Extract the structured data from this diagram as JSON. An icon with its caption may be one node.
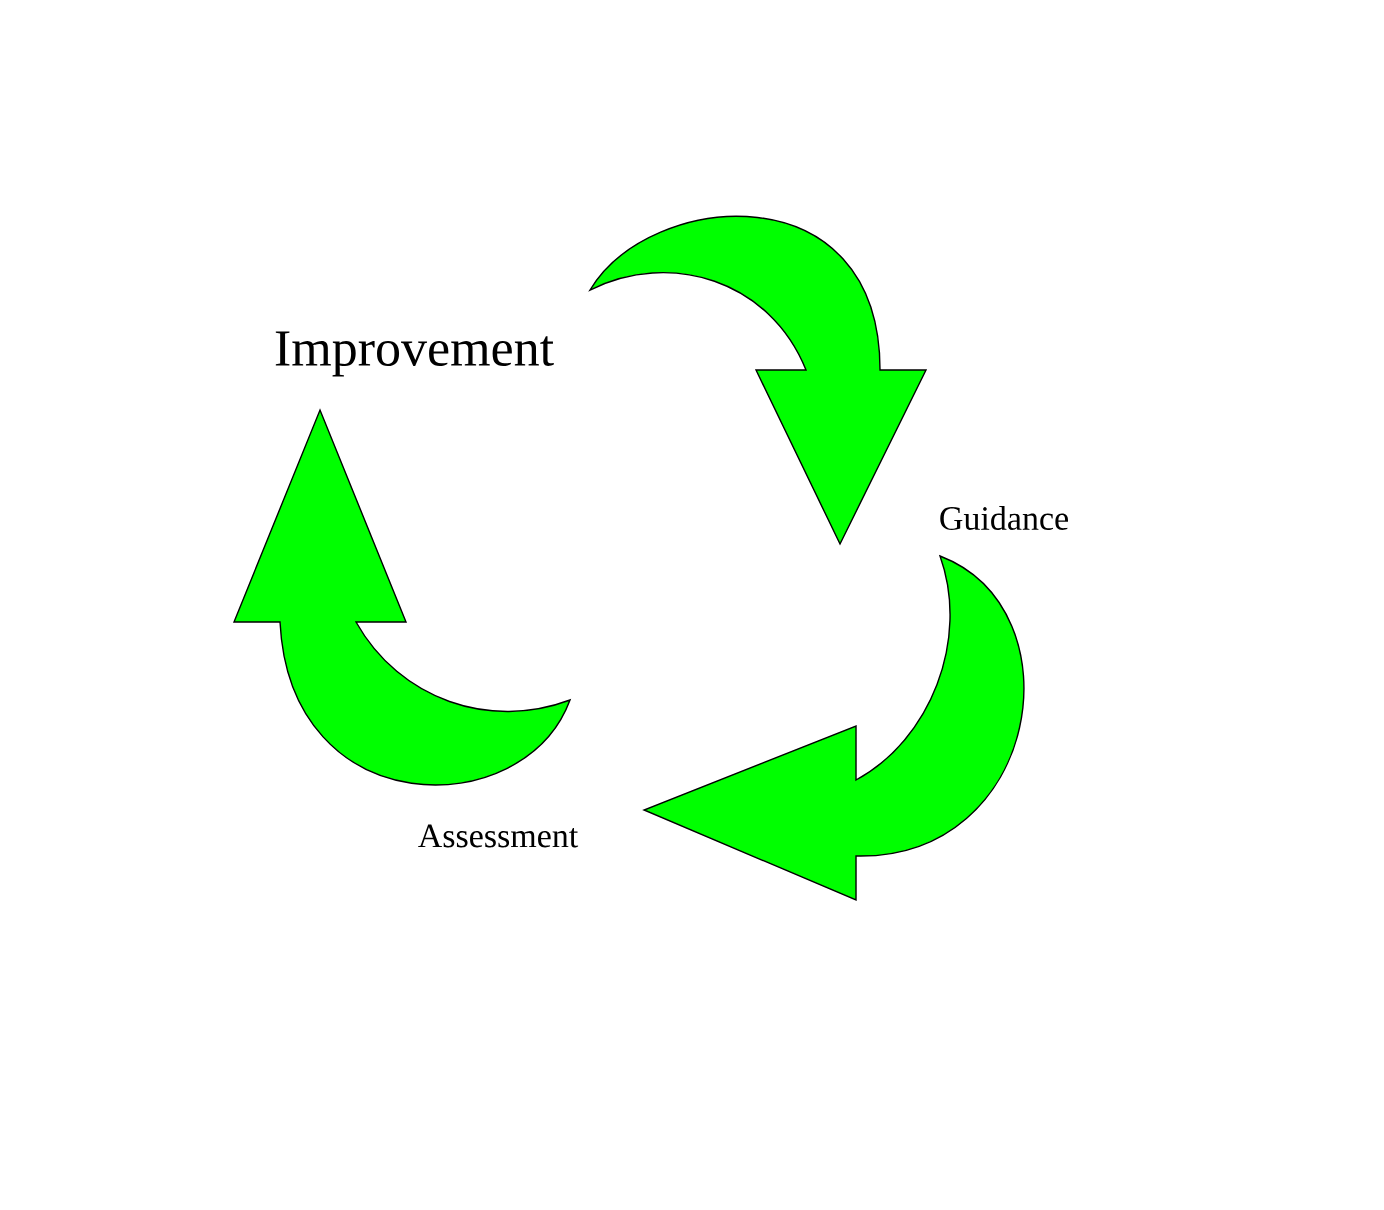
{
  "diagram": {
    "nodes": [
      {
        "text": [
          "Improvement"
        ]
      },
      {
        "text": [
          "Guidance"
        ]
      },
      {
        "text": [
          "Assessment"
        ]
      }
    ],
    "edges": [
      {
        "from": 0,
        "to": 1,
        "arrow": "to"
      },
      {
        "from": 1,
        "to": 2,
        "arrow": "to"
      },
      {
        "from": 2,
        "to": 0,
        "arrow": "to"
      }
    ]
  }
}
